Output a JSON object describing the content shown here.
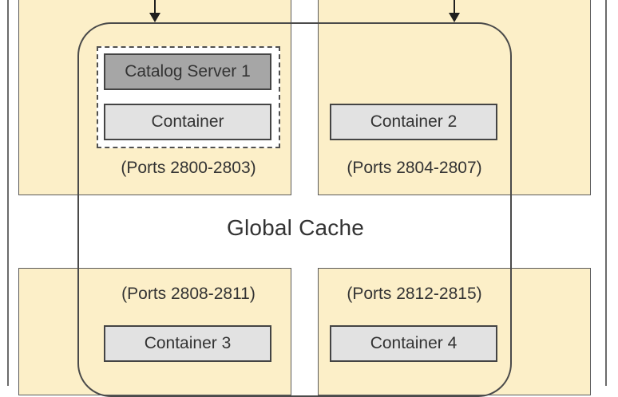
{
  "diagram": {
    "global_cache_label": "Global Cache",
    "catalog_server": "Catalog Server 1",
    "jvms": [
      {
        "container": "Container",
        "ports": "(Ports 2800-2803)"
      },
      {
        "container": "Container 2",
        "ports": "(Ports 2804-2807)"
      },
      {
        "container": "Container 3",
        "ports": "(Ports 2808-2811)"
      },
      {
        "container": "Container 4",
        "ports": "(Ports 2812-2815)"
      }
    ],
    "colors": {
      "jvm_fill": "#fcefc8",
      "catalog_server_fill": "#a6a6a6",
      "container_fill": "#e2e2e2"
    }
  }
}
